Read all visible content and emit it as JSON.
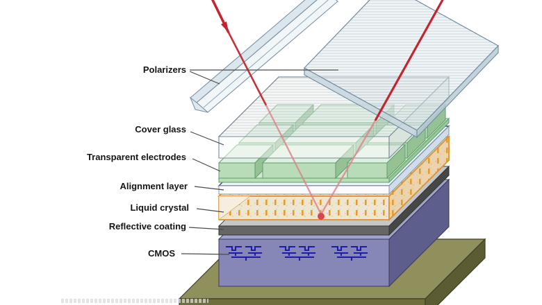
{
  "figure": {
    "type": "exploded-layer-diagram"
  },
  "labels": [
    {
      "text": "Polarizers"
    },
    {
      "text": "Cover glass"
    },
    {
      "text": "Transparent electrodes"
    },
    {
      "text": "Alignment layer"
    },
    {
      "text": "Liquid crystal"
    },
    {
      "text": "Reflective coating"
    },
    {
      "text": "CMOS"
    }
  ],
  "colors": {
    "ray_red": "#c32430",
    "ray_red_inner": "#e2808a",
    "liquid_crystal_orange": "#e08f2a",
    "liquid_crystal_fill": "#efe6d1",
    "electrode_green": "#b8dcb8",
    "electrode_green_top": "#dff0df",
    "alignment_white": "#fbfbfd",
    "alignment_edge_navy": "#33437a",
    "reflective_gray": "#666666",
    "cmos_purple": "#8787b7",
    "cmos_circuit_navy": "#1c1ca8",
    "base_olive_top": "#90905c",
    "base_olive_front": "#6f6f3e",
    "glass_outline_bluegray": "#7a93a8",
    "leader_line_gray": "#4a4a4a"
  }
}
